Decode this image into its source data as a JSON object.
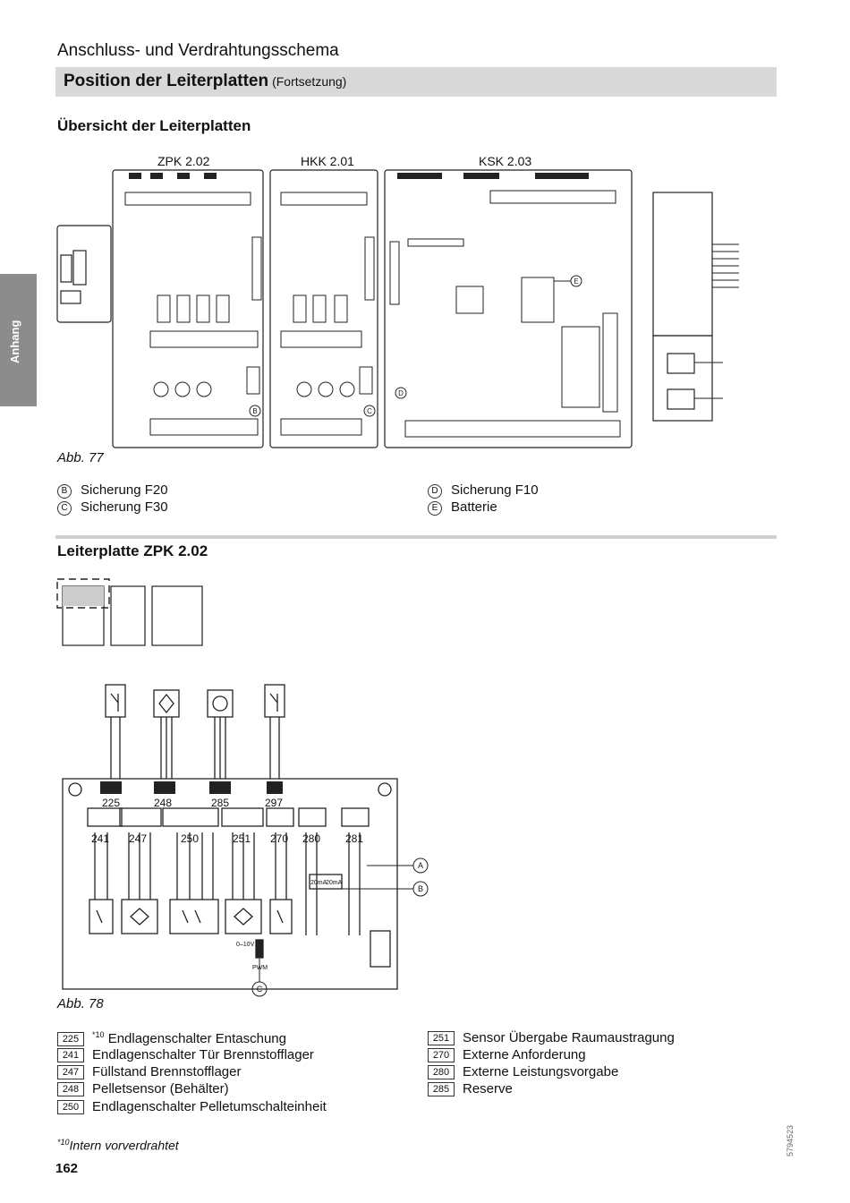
{
  "header": {
    "section_title": "Anschluss- und Verdrahtungsschema",
    "band_title": "Position der Leiterplatten",
    "band_subtitle": "(Fortsetzung)"
  },
  "side_tab": {
    "label": "Anhang"
  },
  "overview": {
    "heading": "Übersicht der Leiterplatten",
    "boards": [
      {
        "label": "ZPK 2.02"
      },
      {
        "label": "HKK 2.01"
      },
      {
        "label": "KSK 2.03"
      }
    ],
    "figure_caption": "Abb. 77",
    "legend": [
      {
        "marker": "B",
        "text": "Sicherung F20"
      },
      {
        "marker": "C",
        "text": "Sicherung F30"
      },
      {
        "marker": "D",
        "text": "Sicherung F10"
      },
      {
        "marker": "E",
        "text": "Batterie"
      }
    ]
  },
  "zpk_section": {
    "heading": "Leiterplatte ZPK 2.02",
    "top_connectors": [
      "225",
      "248",
      "285",
      "297"
    ],
    "bottom_connectors": [
      "241",
      "247",
      "250",
      "251",
      "270",
      "280",
      "281"
    ],
    "callouts": [
      "A",
      "B",
      "C"
    ],
    "jumper_labels": {
      "ma": "20mA",
      "v010": "0–10V",
      "pwm": "PWM"
    },
    "figure_caption": "Abb. 78",
    "legend_left": [
      {
        "code": "225",
        "footnote": "*10",
        "text": "Endlagenschalter Entaschung"
      },
      {
        "code": "241",
        "footnote": "",
        "text": "Endlagenschalter Tür Brennstofflager"
      },
      {
        "code": "247",
        "footnote": "",
        "text": "Füllstand Brennstofflager"
      },
      {
        "code": "248",
        "footnote": "",
        "text": "Pelletsensor (Behälter)"
      },
      {
        "code": "250",
        "footnote": "",
        "text": "Endlagenschalter Pelletumschalteinheit"
      }
    ],
    "legend_right": [
      {
        "code": "251",
        "text": "Sensor Übergabe Raumaustragung"
      },
      {
        "code": "270",
        "text": "Externe Anforderung"
      },
      {
        "code": "280",
        "text": "Externe Leistungsvorgabe"
      },
      {
        "code": "285",
        "text": "Reserve"
      }
    ]
  },
  "footnote": {
    "mark": "*10",
    "text": "Intern vorverdrahtet"
  },
  "page_number": "162",
  "doc_number": "5794523"
}
